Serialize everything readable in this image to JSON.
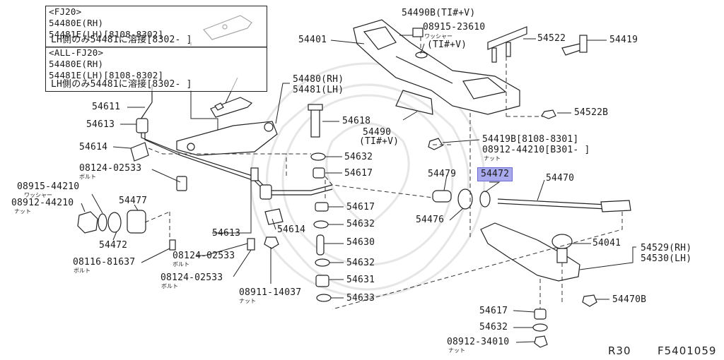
{
  "callout_box_1": {
    "lines": [
      "<FJ20>",
      "54480E(RH)",
      "54481E(LH)[8108-8302]",
      "LH側のみ54481に溶接[8302-     ]"
    ]
  },
  "callout_box_2": {
    "lines": [
      "<ALL-FJ20>",
      "54480E(RH)",
      "54481E(LH)[8108-8302]",
      "LH側のみ54481に溶接[8302-     ]"
    ]
  },
  "labels": {
    "p54490b": "54490B(TI#+V)",
    "p08915_23610": "08915-23610",
    "p08915_23610_sub": "ワッシャー",
    "p08915_23610_spec": "(TI#+V)",
    "p54522": "54522",
    "p54419": "54419",
    "p54401": "54401",
    "p54480": "54480(RH)",
    "p54481": "54481(LH)",
    "p54611": "54611",
    "p54613a": "54613",
    "p54614a": "54614",
    "p54618": "54618",
    "p54490": "54490",
    "p54490_spec": "(TI#+V)",
    "p54522b": "54522B",
    "p54419b": "54419B[8108-8301]",
    "p08912_44210b": "08912-44210[B301-     ]",
    "p08912_44210b_sub": "ナット",
    "p08124_02533a": "08124-02533",
    "p08124_02533a_sub": "ボルト",
    "p54632a": "54632",
    "p54617a": "54617",
    "p54479": "54479",
    "p54472_hl": "54472",
    "p54470": "54470",
    "p08915_44210": "08915-44210",
    "p08915_44210_sub": "ワッシャー",
    "p08912_44210": "08912-44210",
    "p08912_44210_sub": "ナット",
    "p54477": "54477",
    "p54617b": "54617",
    "p54476": "54476",
    "p54613b": "54613",
    "p54614b": "54614",
    "p54632b": "54632",
    "p54472": "54472",
    "p54630": "54630",
    "p54041": "54041",
    "p54529": "54529(RH)",
    "p54530": "54530(LH)",
    "p08124_02533b": "08124-02533",
    "p08124_02533b_sub": "ボルト",
    "p08116_81637": "08116-81637",
    "p08116_81637_sub": "ボルト",
    "p54632c": "54632",
    "p54631": "54631",
    "p08124_02533c": "08124-02533",
    "p08124_02533c_sub": "ボルト",
    "p08911_14037": "08911-14037",
    "p08911_14037_sub": "ナット",
    "p54633": "54633",
    "p54470b": "54470B",
    "p54617c": "54617",
    "p54632d": "54632",
    "p08912_34010": "08912-34010",
    "p08912_34010_sub": "ナット"
  },
  "footer": {
    "model": "R30",
    "diagram_code": "F5401059"
  },
  "colors": {
    "highlight": "#a9a9ee",
    "line": "#222222",
    "watermark": "#e6e6e6"
  }
}
